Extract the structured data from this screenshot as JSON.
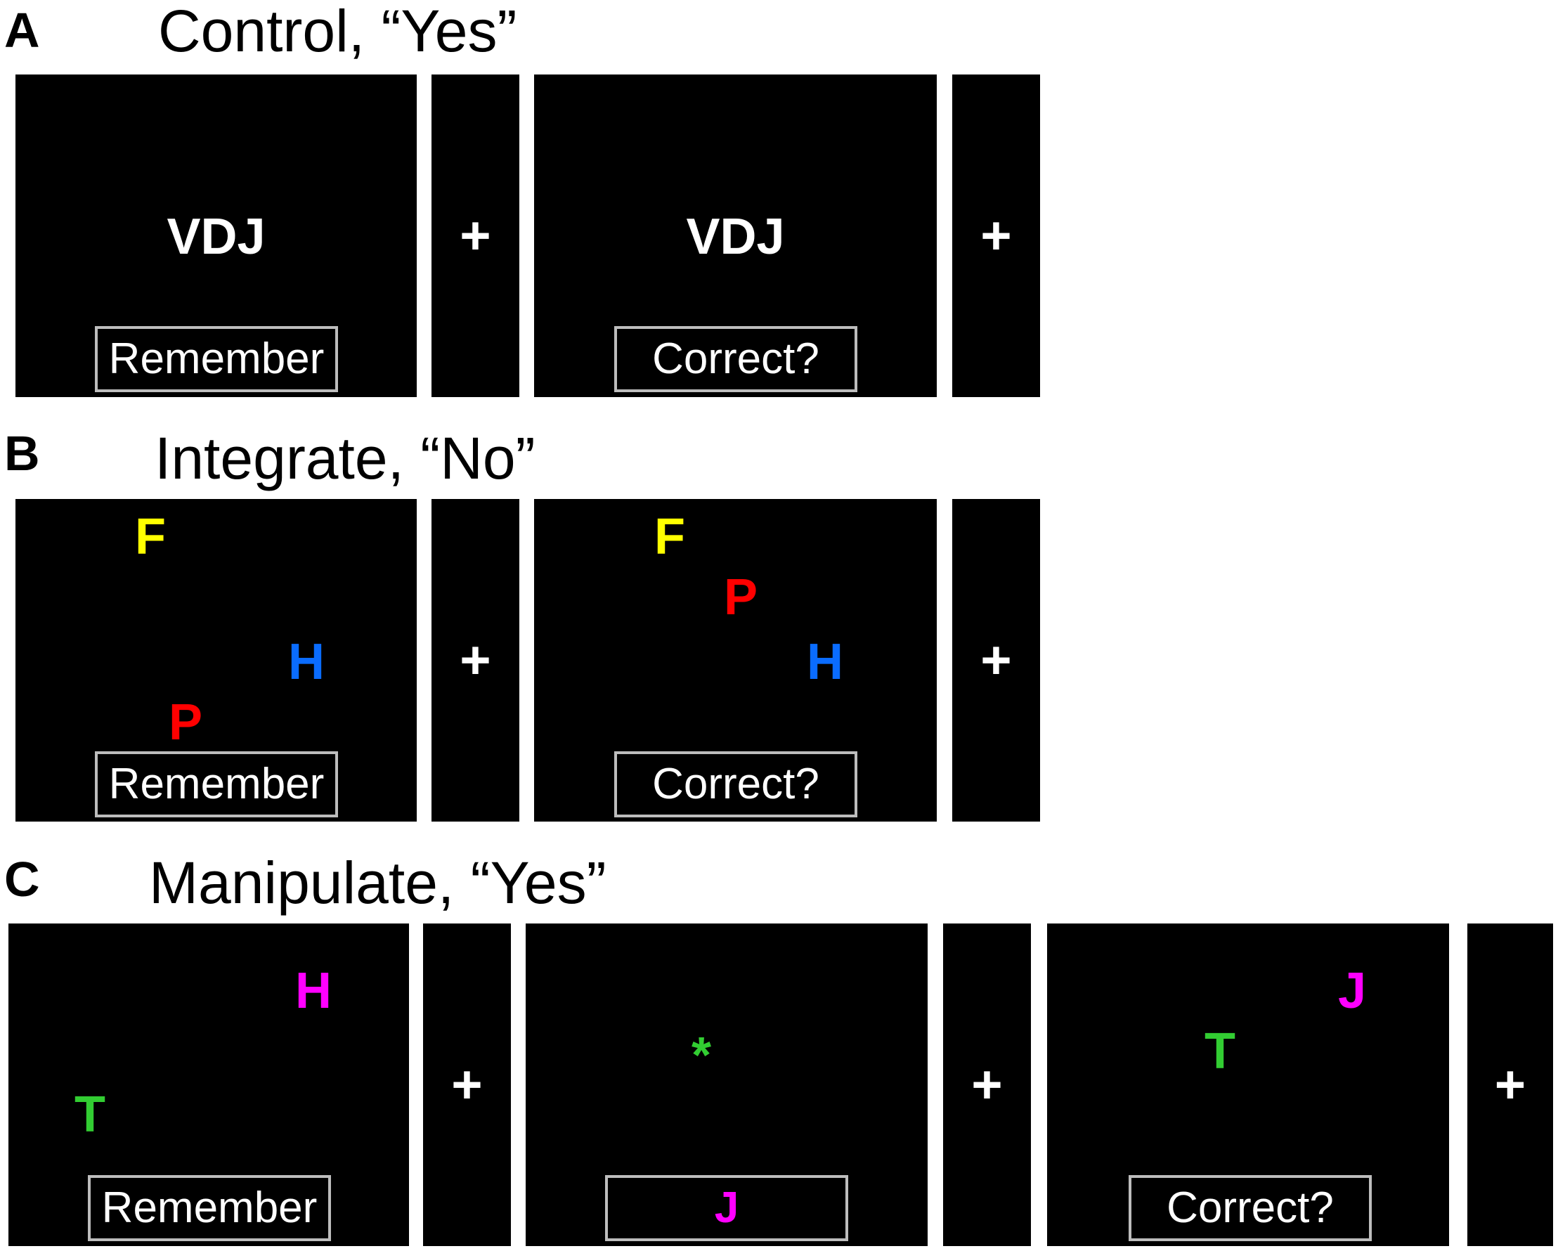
{
  "colors": {
    "white": "#ffffff",
    "yellow": "#ffff00",
    "red": "#ff0000",
    "blue": "#0a6cff",
    "green": "#32cd32",
    "magenta": "#ff00ff"
  },
  "panels": [
    {
      "letter": "A",
      "title": "Control, “Yes”",
      "screens": [
        {
          "stimuli": [
            {
              "text": "VDJ",
              "color": "#ffffff"
            }
          ],
          "prompt": "Remember"
        },
        {
          "fixation": "+"
        },
        {
          "stimuli": [
            {
              "text": "VDJ",
              "color": "#ffffff"
            }
          ],
          "prompt": "Correct?"
        },
        {
          "fixation": "+"
        }
      ]
    },
    {
      "letter": "B",
      "title": "Integrate, “No”",
      "screens": [
        {
          "stimuli": [
            {
              "text": "F",
              "color": "#ffff00"
            },
            {
              "text": "H",
              "color": "#0a6cff"
            },
            {
              "text": "P",
              "color": "#ff0000"
            }
          ],
          "prompt": "Remember"
        },
        {
          "fixation": "+"
        },
        {
          "stimuli": [
            {
              "text": "F",
              "color": "#ffff00"
            },
            {
              "text": "P",
              "color": "#ff0000"
            },
            {
              "text": "H",
              "color": "#0a6cff"
            }
          ],
          "prompt": "Correct?"
        },
        {
          "fixation": "+"
        }
      ]
    },
    {
      "letter": "C",
      "title": "Manipulate, “Yes”",
      "screens": [
        {
          "stimuli": [
            {
              "text": "H",
              "color": "#ff00ff"
            },
            {
              "text": "T",
              "color": "#32cd32"
            }
          ],
          "prompt": "Remember"
        },
        {
          "fixation": "+"
        },
        {
          "stimuli": [
            {
              "text": "*",
              "color": "#32cd32"
            }
          ],
          "prompt": "J",
          "prompt_color": "#ff00ff"
        },
        {
          "fixation": "+"
        },
        {
          "stimuli": [
            {
              "text": "J",
              "color": "#ff00ff"
            },
            {
              "text": "T",
              "color": "#32cd32"
            }
          ],
          "prompt": "Correct?"
        },
        {
          "fixation": "+"
        }
      ]
    }
  ]
}
